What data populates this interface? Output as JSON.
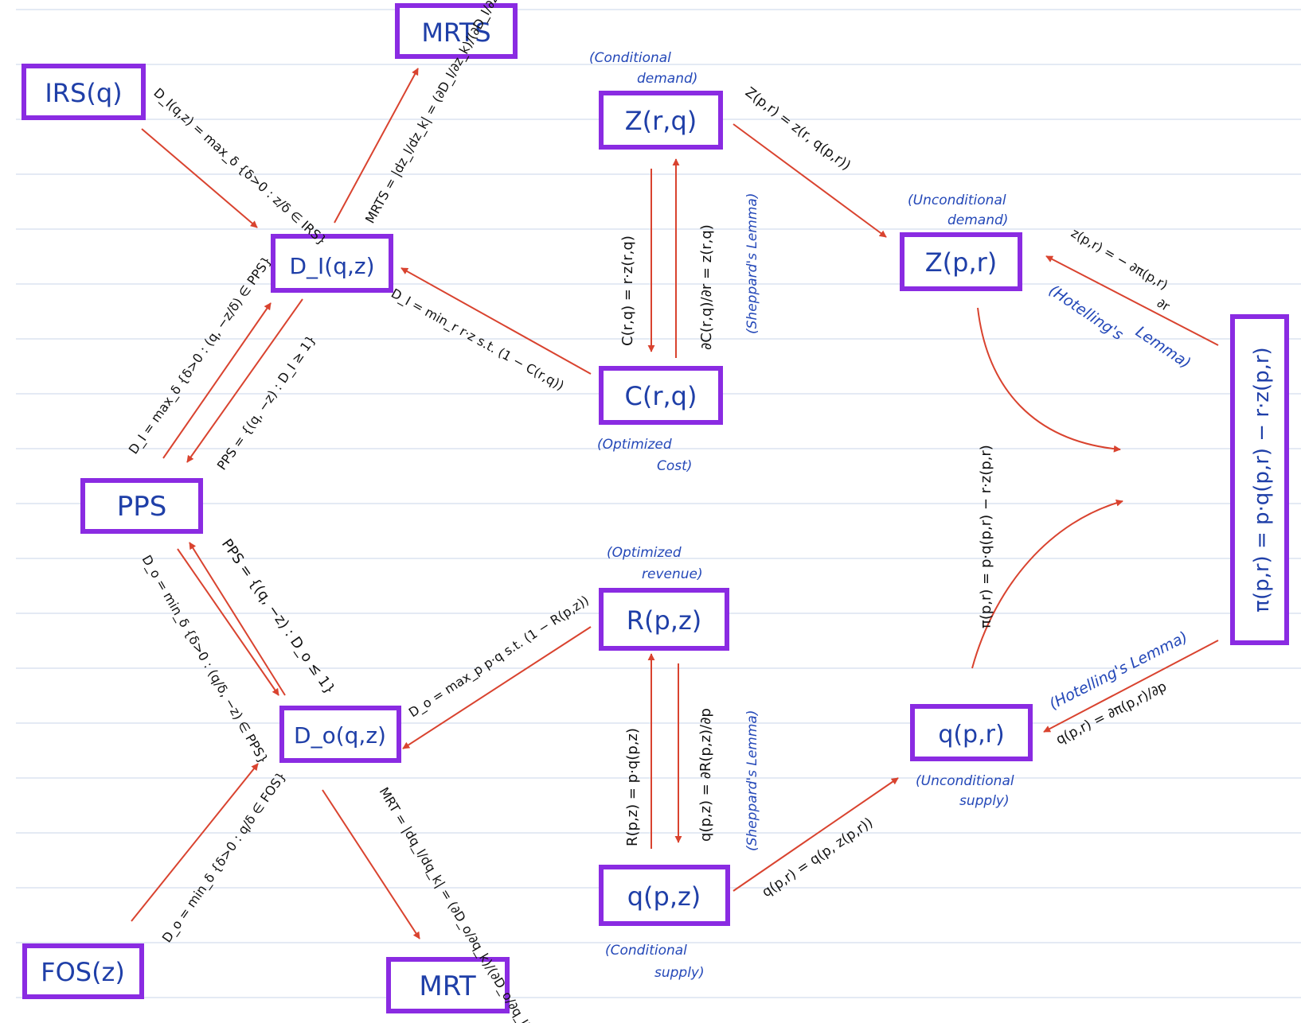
{
  "colors": {
    "box_border": "#8a2be2",
    "box_text": "#1f3fa8",
    "annotation_text": "#2448b8",
    "arrow": "#d9432f",
    "label_text": "#111111",
    "ruled_line": "#c9d4e8"
  },
  "nodes": {
    "irs": "IRS(q)",
    "mrts": "MRTS",
    "di": "D_I(q,z)",
    "pps": "PPS",
    "do": "D_o(q,z)",
    "fos": "FOS(z)",
    "mrt": "MRT",
    "zrq": "Z(r,q)",
    "crq": "C(r,q)",
    "rpz": "R(p,z)",
    "qpz": "q(p,z)",
    "zpr": "Z(p,r)",
    "qpr": "q(p,r)",
    "pi": "π(p,r) = p·q(p,r) − r·z(p,r)"
  },
  "annotations": {
    "zrq_1": "(Conditional",
    "zrq_2": "demand)",
    "crq_1": "(Optimized",
    "crq_2": "Cost)",
    "rpz_1": "(Optimized",
    "rpz_2": "revenue)",
    "qpz_1": "(Conditional",
    "qpz_2": "supply)",
    "zpr_1": "(Unconditional",
    "zpr_2": "demand)",
    "qpr_1": "(Unconditional",
    "qpr_2": "supply)",
    "shephard_upper": "(Sheppard's Lemma)",
    "shephard_lower": "(Sheppard's Lemma)",
    "hotelling_upper_1": "(Hotelling's",
    "hotelling_upper_2": "Lemma)",
    "hotelling_lower": "(Hotelling's Lemma)"
  },
  "edge_labels": {
    "irs_di": "D_I(q,z) = max_δ {δ>0 : z/δ ∈ IRS}",
    "di_mrts": "MRTS = |dz_l/dz_k| = (∂D_I/∂z_k)/(∂D_I/∂z_l)",
    "di_pps": "D_I = max_δ {δ>0 : (q, −z/δ) ∈ PPS}",
    "pps_di": "PPS = {(q, −z) : D_I ≥ 1}",
    "crq_di": "D_I = min_r r·z  s.t. (1 − C(r,q))",
    "zrq_crq": "C(r,q) = r·z(r,q)",
    "crq_zrq": "∂C(r,q)/∂r = z(r,q)",
    "zrq_zpr": "Z(p,r) = z(r, q(p,r))",
    "pi_zpr_1": "z(p,r) = − ∂π(p,r)",
    "pi_zpr_2": "∂r",
    "pi_vertical": "π(p,r) = p·q(p,r) − r·z(p,r)",
    "pps_do": "PPS = {(q, −z) : D_o ≤ 1}",
    "do_pps": "D_o = min_δ {δ>0 : (q/δ, −z) ∈ PPS}",
    "rpz_do": "D_o = max_p p·q  s.t. (1 − R(p,z))",
    "fos_do": "D_o = min_δ {δ>0 : q/δ ∈ FOS}",
    "do_mrt": "MRT = |dq_l/dq_k| = (∂D_o/∂q_k)/(∂D_o/∂q_l)",
    "qpz_rpz": "R(p,z) = p·q(p,z)",
    "rpz_qpz": "q(p,z) = ∂R(p,z)/∂p",
    "qpz_qpr": "q(p,r) = q(p, z(p,r))",
    "pi_qpr": "q(p,r) = ∂π(p,r)/∂p"
  }
}
